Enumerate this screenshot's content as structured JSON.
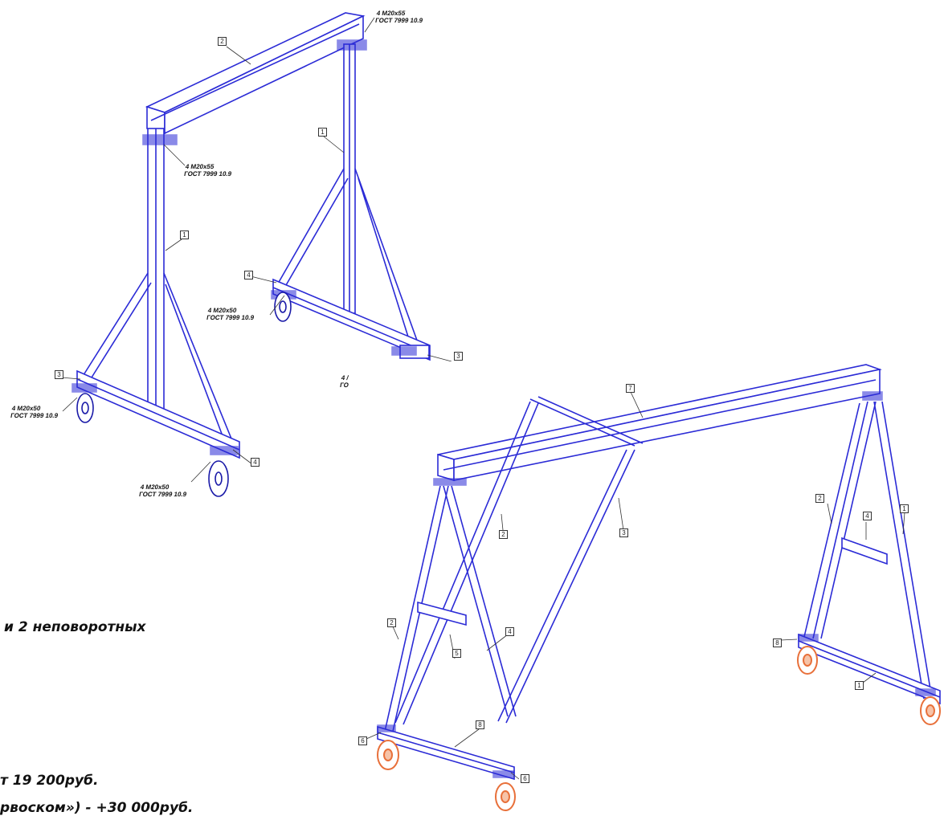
{
  "drawing_top": {
    "position_tags": [
      "2",
      "1",
      "1",
      "4",
      "3",
      "4",
      "3"
    ],
    "fastener_notes": [
      {
        "line1": "4 M20x55",
        "line2": "ГОСТ 7999 10.9"
      },
      {
        "line1": "4 M20x55",
        "line2": "ГОСТ 7999 10.9"
      },
      {
        "line1": "4 M20x50",
        "line2": "ГОСТ 7999 10.9"
      },
      {
        "line1": "4 M20x50",
        "line2": "ГОСТ 7999 10.9"
      },
      {
        "line1": "4 M20x50",
        "line2": "ГОСТ 7999 10.9"
      }
    ],
    "cut_fragment": {
      "line1": "4 /",
      "line2": "ГО"
    }
  },
  "drawing_bottom": {
    "position_tags": [
      "7",
      "2",
      "3",
      "2",
      "4",
      "1",
      "2",
      "5",
      "4",
      "1",
      "8",
      "6",
      "8",
      "6"
    ]
  },
  "text": {
    "line1": "и 2 неповоротных",
    "line2": "т 19 200руб.",
    "line3": "рвоском») - +30 000руб."
  },
  "colors": {
    "frame": "#2b2bd6",
    "frame_dark": "#1a1aa8",
    "wheel": "#e8703a",
    "text": "#111111"
  }
}
